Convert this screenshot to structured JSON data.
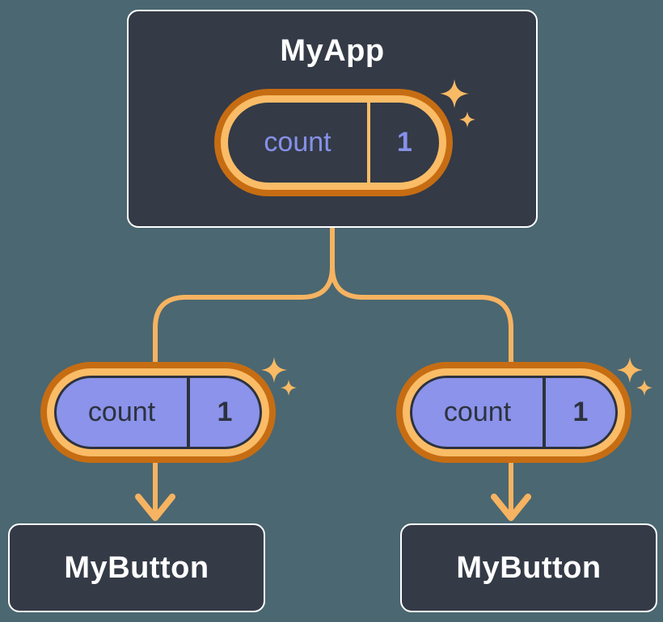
{
  "diagram": {
    "root": {
      "label": "MyApp",
      "state": {
        "name": "count",
        "value": "1"
      }
    },
    "children": [
      {
        "id": "left",
        "label": "MyButton",
        "prop": {
          "name": "count",
          "value": "1"
        }
      },
      {
        "id": "right",
        "label": "MyButton",
        "prop": {
          "name": "count",
          "value": "1"
        }
      }
    ]
  },
  "icons": {
    "sparkle": "✦"
  },
  "colors": {
    "background": "#4b6771",
    "node_background": "#343a46",
    "node_border": "#ffffff",
    "node_text": "#ffffff",
    "pill_ring_outer": "#c66d13",
    "pill_ring_inner": "#fabc66",
    "pill_fill_purple": "#8b93ea",
    "pill_text_purple": "#8691ea",
    "pill_text_dark": "#2d323e",
    "connector": "#f6b361",
    "sparkle": "#f8ba64"
  }
}
